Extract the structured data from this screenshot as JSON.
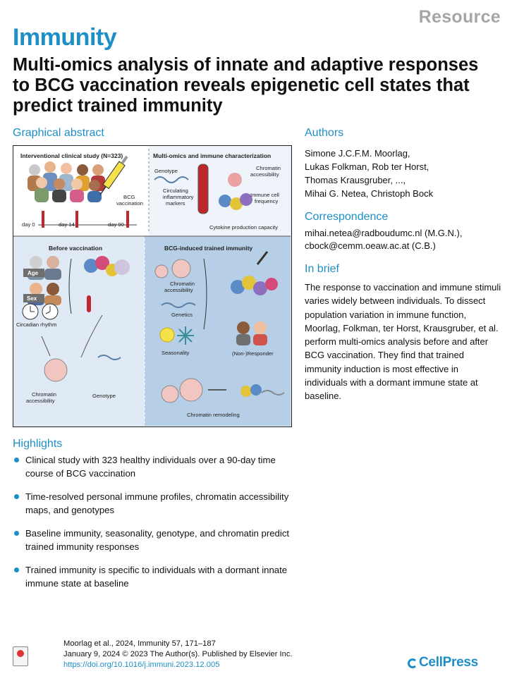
{
  "header": {
    "section": "Resource",
    "journal": "Immunity",
    "title": "Multi-omics analysis of innate and adaptive responses to BCG vaccination reveals epigenetic cell states that predict trained immunity"
  },
  "graphical_abstract": {
    "heading": "Graphical abstract",
    "panel_study": "Interventional clinical study (N=323)",
    "panel_omics": "Multi-omics and immune characterization",
    "panel_before": "Before vaccination",
    "panel_trained": "BCG-induced trained immunity",
    "bcg_vaccination": [
      "BCG",
      "vaccination"
    ],
    "days": [
      "day 0",
      "day 14",
      "day 90"
    ],
    "genotype": "Genotype",
    "chromatin_access": [
      "Chromatin",
      "accessibility"
    ],
    "circulating": [
      "Circulating",
      "inflammatory",
      "markers"
    ],
    "immune_freq": [
      "Immune cell",
      "frequency"
    ],
    "cytokine": "Cytokine production capacity",
    "age": "Age",
    "sex": "Sex",
    "circadian": "Circadian rhythm",
    "chromatin_bottom": [
      "Chromatin",
      "accessibility"
    ],
    "genotype_bottom": "Genotype",
    "genetics": "Genetics",
    "seasonality": "Seasonality",
    "responder": "(Non-)Responder",
    "chromatin_remodeling": "Chromatin remodeling"
  },
  "authors": {
    "heading": "Authors",
    "lines": [
      "Simone J.C.F.M. Moorlag,",
      "Lukas Folkman, Rob ter Horst,",
      "Thomas Krausgruber, ...,",
      "Mihai G. Netea, Christoph Bock"
    ]
  },
  "correspondence": {
    "heading": "Correspondence",
    "lines": [
      "mihai.netea@radboudumc.nl (M.G.N.),",
      "cbock@cemm.oeaw.ac.at (C.B.)"
    ]
  },
  "in_brief": {
    "heading": "In brief",
    "text": "The response to vaccination and immune stimuli varies widely between individuals. To dissect population variation in immune function, Moorlag, Folkman, ter Horst, Krausgruber, et al. perform multi-omics analysis before and after BCG vaccination. They find that trained immunity induction is most effective in individuals with a dormant immune state at baseline."
  },
  "highlights": {
    "heading": "Highlights",
    "items": [
      "Clinical study with 323 healthy individuals over a 90-day time course of BCG vaccination",
      "Time-resolved personal immune profiles, chromatin accessibility maps, and genotypes",
      "Baseline immunity, seasonality, genotype, and chromatin predict trained immunity responses",
      "Trained immunity is specific to individuals with a dormant innate immune state at baseline"
    ]
  },
  "footer": {
    "citation": "Moorlag et al., 2024, Immunity 57, 171–187",
    "date": "January 9, 2024 © 2023 The Author(s). Published by Elsevier Inc.",
    "doi": "https://doi.org/10.1016/j.immuni.2023.12.005",
    "brand": "CellPress"
  }
}
